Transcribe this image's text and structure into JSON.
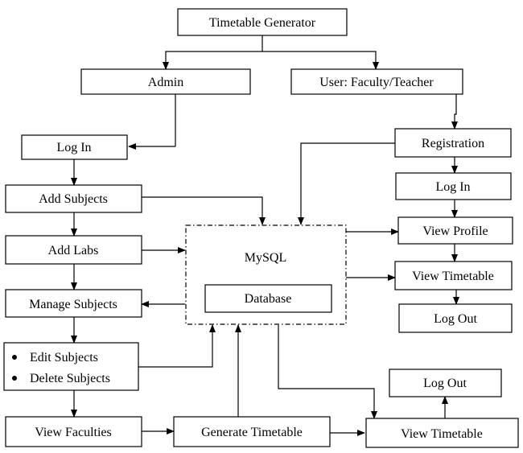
{
  "nodes": {
    "timetable_generator": "Timetable Generator",
    "admin": "Admin",
    "user": "User: Faculty/Teacher",
    "admin_login": "Log In",
    "add_subjects": "Add Subjects",
    "add_labs": "Add Labs",
    "manage_subjects": "Manage Subjects",
    "edit_subjects": "Edit Subjects",
    "delete_subjects": "Delete Subjects",
    "view_faculties": "View Faculties",
    "generate_timetable": "Generate Timetable",
    "registration": "Registration",
    "user_login": "Log In",
    "view_profile": "View Profile",
    "view_timetable_user": "View Timetable",
    "user_logout": "Log Out",
    "view_timetable_bottom": "View Timetable",
    "bottom_logout": "Log Out",
    "mysql": "MySQL",
    "database": "Database"
  },
  "edges": [
    {
      "from": "timetable_generator",
      "to": "admin"
    },
    {
      "from": "timetable_generator",
      "to": "user"
    },
    {
      "from": "admin",
      "to": "admin_login"
    },
    {
      "from": "admin_login",
      "to": "add_subjects"
    },
    {
      "from": "add_subjects",
      "to": "add_labs"
    },
    {
      "from": "add_labs",
      "to": "manage_subjects"
    },
    {
      "from": "manage_subjects",
      "to": "edit_delete_subjects"
    },
    {
      "from": "edit_delete_subjects",
      "to": "view_faculties"
    },
    {
      "from": "view_faculties",
      "to": "generate_timetable"
    },
    {
      "from": "generate_timetable",
      "to": "view_timetable_bottom"
    },
    {
      "from": "view_timetable_bottom",
      "to": "bottom_logout"
    },
    {
      "from": "user",
      "to": "registration"
    },
    {
      "from": "registration",
      "to": "user_login"
    },
    {
      "from": "user_login",
      "to": "view_profile"
    },
    {
      "from": "view_profile",
      "to": "view_timetable_user"
    },
    {
      "from": "view_timetable_user",
      "to": "user_logout"
    },
    {
      "from": "add_subjects",
      "to": "mysql"
    },
    {
      "from": "add_labs",
      "to": "mysql"
    },
    {
      "from": "mysql",
      "to": "manage_subjects"
    },
    {
      "from": "edit_delete_subjects",
      "to": "mysql"
    },
    {
      "from": "generate_timetable",
      "to": "mysql"
    },
    {
      "from": "registration",
      "to": "mysql"
    },
    {
      "from": "mysql",
      "to": "view_profile"
    },
    {
      "from": "mysql",
      "to": "view_timetable_user"
    },
    {
      "from": "mysql",
      "to": "view_timetable_bottom"
    }
  ]
}
